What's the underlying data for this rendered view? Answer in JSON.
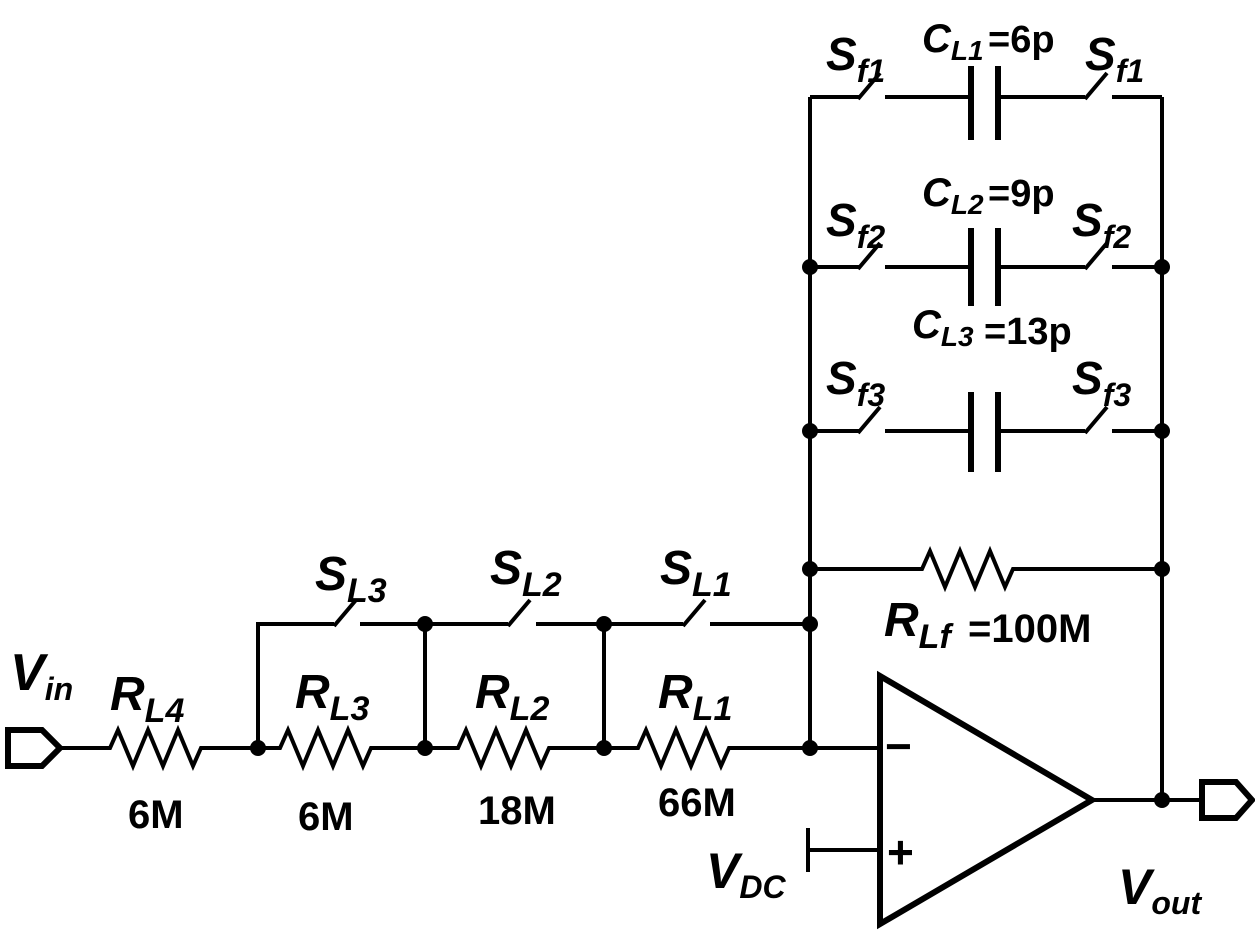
{
  "labels": {
    "vin_main": "V",
    "vin_sub": "in",
    "vout_main": "V",
    "vout_sub": "out",
    "vdc_main": "V",
    "vdc_sub": "DC",
    "minus": "−",
    "plus": "+",
    "rl4_main": "R",
    "rl4_sub": "L4",
    "rl4_val": "6M",
    "rl3_main": "R",
    "rl3_sub": "L3",
    "rl3_val": "6M",
    "rl2_main": "R",
    "rl2_sub": "L2",
    "rl2_val": "18M",
    "rl1_main": "R",
    "rl1_sub": "L1",
    "rl1_val": "66M",
    "rlf_main": "R",
    "rlf_sub": "Lf",
    "rlf_val": "=100M",
    "sl3_main": "S",
    "sl3_sub": "L3",
    "sl2_main": "S",
    "sl2_sub": "L2",
    "sl1_main": "S",
    "sl1_sub": "L1",
    "sf1_main": "S",
    "sf1_sub": "f1",
    "sf2_main": "S",
    "sf2_sub": "f2",
    "sf3_main": "S",
    "sf3_sub": "f3",
    "cl1_main": "C",
    "cl1_sub": "L1",
    "cl1_val": "=6p",
    "cl2_main": "C",
    "cl2_sub": "L2",
    "cl2_val": "=9p",
    "cl3_main": "C",
    "cl3_sub": "L3",
    "cl3_val": "=13p"
  }
}
